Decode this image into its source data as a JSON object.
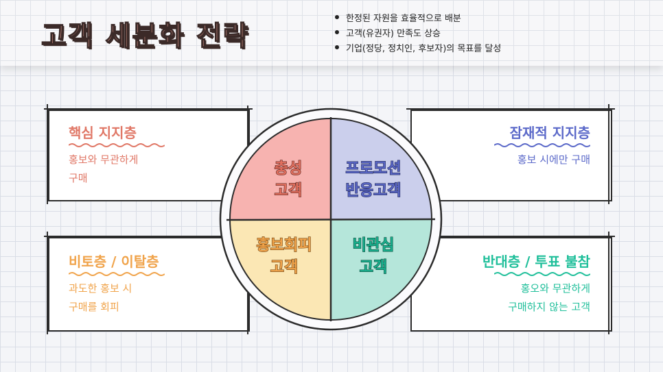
{
  "header": {
    "title": "고객 세분화 전략",
    "bullets": [
      "한정된 자원을 효율적으로 배분",
      "고객(유권자) 만족도 상승",
      "기업(정당, 정치인, 후보자)의 목표를 달성"
    ]
  },
  "segments": {
    "core": {
      "title": "핵심 지지층",
      "desc": "홍보와 무관하게\n구매",
      "color": "#e07766"
    },
    "potential": {
      "title": "잠재적 지지층",
      "desc": "홍보 시에만 구매",
      "color": "#5b69c9"
    },
    "nonvoter": {
      "title": "비토층 / 이탈층",
      "desc": "과도한 홍보 시\n구매를 회피",
      "color": "#f0a34a"
    },
    "opposition": {
      "title": "반대층 / 투표 불참",
      "desc": "홍오와 무관하게\n구매하지 않는 고객",
      "color": "#1fbf9a"
    }
  },
  "quadrants": {
    "loyal": {
      "line1": "충성",
      "line2": "고객",
      "fill": "#f7b3b0",
      "text": "#e26f5e"
    },
    "promo": {
      "line1": "프로모션",
      "line2": "반응고객",
      "fill": "#cbcfec",
      "text": "#5865c4"
    },
    "avoid": {
      "line1": "홍보회피",
      "line2": "고객",
      "fill": "#fbe7b4",
      "text": "#f0a34a"
    },
    "indifferent": {
      "line1": "비관심",
      "line2": "고객",
      "fill": "#b5e6da",
      "text": "#19b08e"
    }
  }
}
